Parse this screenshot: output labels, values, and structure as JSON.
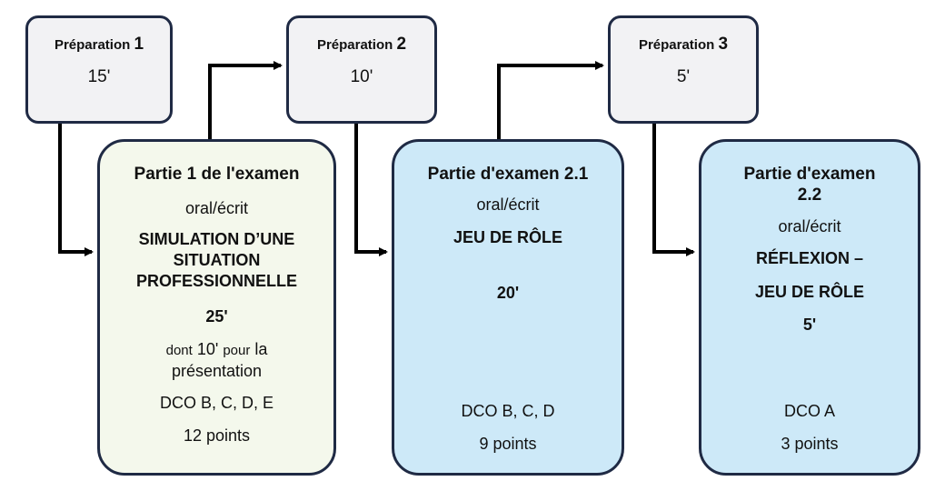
{
  "preparations": [
    {
      "label": "Préparation",
      "number": "1",
      "duration": "15'"
    },
    {
      "label": "Préparation",
      "number": "2",
      "duration": "10'"
    },
    {
      "label": "Préparation",
      "number": "3",
      "duration": "5'"
    }
  ],
  "parts": [
    {
      "title": "Partie 1 de l'examen",
      "mode": "oral/écrit",
      "subject_lines": [
        "SIMULATION D’UNE",
        "SITUATION",
        "PROFESSIONNELLE"
      ],
      "duration": "25'",
      "note": {
        "prefix": "dont",
        "value": "10'",
        "middle": "pour",
        "end": "la",
        "line2": "présentation"
      },
      "competences": "DCO B, C, D, E",
      "points": "12 points",
      "color": "#f4f8ec"
    },
    {
      "title": "Partie d'examen 2.1",
      "mode": "oral/écrit",
      "subject_lines": [
        "JEU DE RÔLE"
      ],
      "duration": "20'",
      "competences": "DCO B, C, D",
      "points": "9 points",
      "color": "#cde9f8"
    },
    {
      "title_lines": [
        "Partie d'examen",
        "2.2"
      ],
      "mode": "oral/écrit",
      "subject_lines": [
        "RÉFLEXION –",
        "JEU DE RÔLE"
      ],
      "duration": "5'",
      "competences": "DCO A",
      "points": "3 points",
      "color": "#cde9f8"
    }
  ]
}
